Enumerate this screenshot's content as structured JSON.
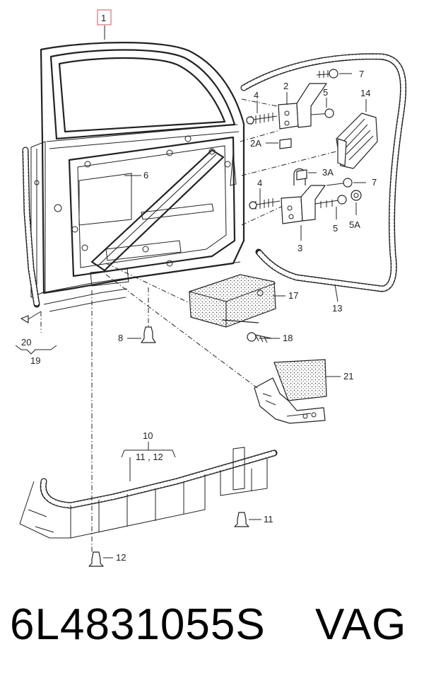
{
  "diagram": {
    "callouts": {
      "c1": "1",
      "c2": "2",
      "c2a": "2A",
      "c3": "3",
      "c3a": "3A",
      "c4a": "4",
      "c4b": "4",
      "c5a": "5",
      "c5b": "5",
      "c5a_sub": "5A",
      "c6": "6",
      "c7a": "7",
      "c7b": "7",
      "c8": "8",
      "c10": "10",
      "c11_12": "11 , 12",
      "c11": "11",
      "c12": "12",
      "c13": "13",
      "c14": "14",
      "c17": "17",
      "c18": "18",
      "c19": "19",
      "c20": "20",
      "c21": "21"
    },
    "highlight_color": "#d9707a"
  },
  "footer": {
    "part_number": "6L4831055S",
    "brand": "VAG"
  }
}
